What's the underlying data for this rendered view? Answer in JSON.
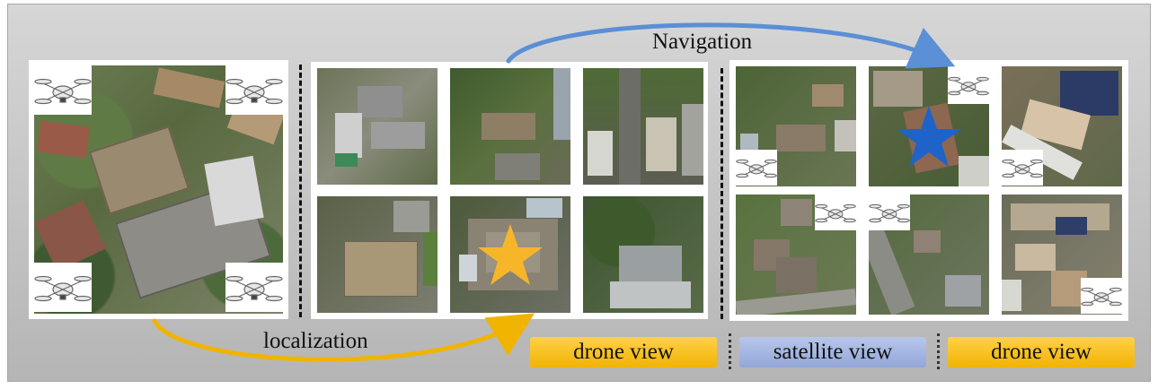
{
  "labels": {
    "navigation": "Navigation",
    "localization": "localization"
  },
  "badges": [
    {
      "text": "drone view",
      "kind": "drone"
    },
    {
      "text": "satellite view",
      "kind": "satellite"
    },
    {
      "text": "drone view",
      "kind": "drone"
    }
  ],
  "colors": {
    "navigation_arrow": "#5b8fd6",
    "localization_arrow": "#f0b400",
    "gold_star": "#f7b52a",
    "blue_star": "#1f63c9",
    "drone_badge": "#f2b400",
    "satellite_badge": "#93a7d9"
  },
  "markers": {
    "gold": "star-marker",
    "blue": "star-marker"
  }
}
